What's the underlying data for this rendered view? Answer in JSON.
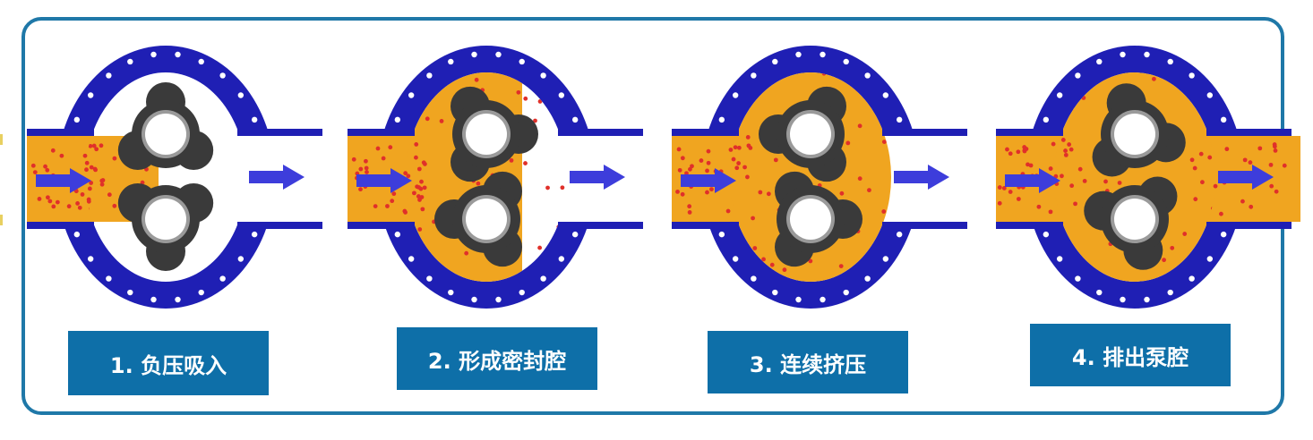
{
  "steps": [
    {
      "label": "1. 负压吸入"
    },
    {
      "label": "2. 形成密封腔"
    },
    {
      "label": "3. 连续挤压"
    },
    {
      "label": "4. 排出泵腔"
    }
  ],
  "colors": {
    "frame_border": "#1f78a8",
    "casing_blue": "#1f1fb4",
    "bolt_hole": "#ffffff",
    "fluid_orange": "#f0a520",
    "fluid_dot": "#e0302a",
    "rotor_dark": "#3a3a3a",
    "hub_ring": "#9a9a9a",
    "arrow_blue": "#3d3ddb",
    "label_bg": "#0e6fa8",
    "label_text": "#ffffff"
  },
  "icons": {
    "flow_arrow": "right-arrow-icon",
    "rotor": "three-lobe-rotor-icon"
  }
}
